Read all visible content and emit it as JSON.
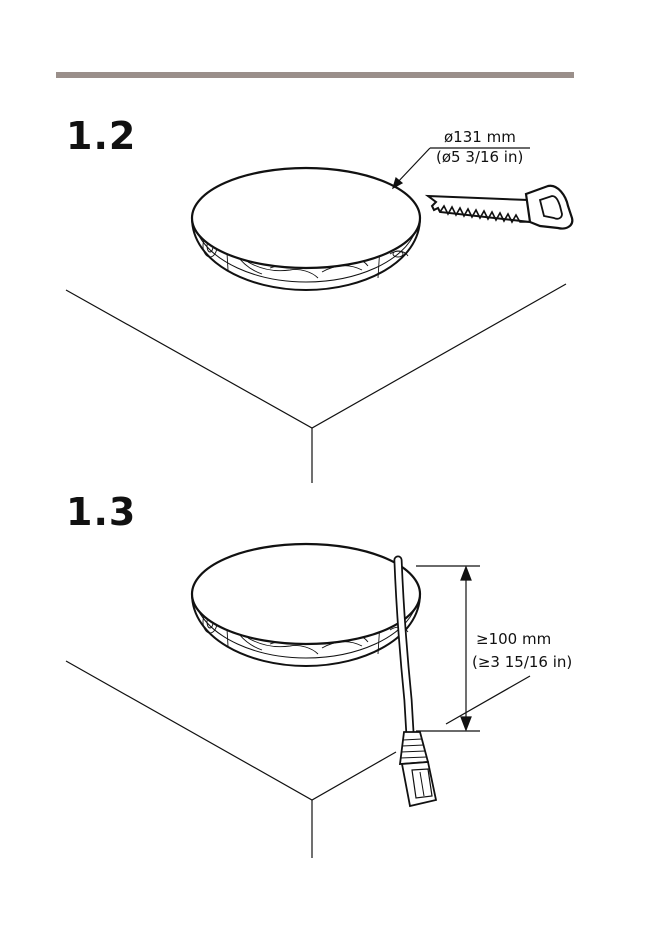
{
  "colors": {
    "rule": "#9a8f8a",
    "ink": "#111111",
    "stripe": "#ffffff"
  },
  "steps": [
    {
      "number": "1.2",
      "dimension": {
        "metric": "ø131 mm",
        "imperial": "(ø5 3/16 in)"
      },
      "tool_icon": "saw-icon"
    },
    {
      "number": "1.3",
      "dimension": {
        "metric": "≥100 mm",
        "imperial": "(≥3 15/16 in)"
      },
      "cable_icon": "network-cable-icon"
    }
  ]
}
